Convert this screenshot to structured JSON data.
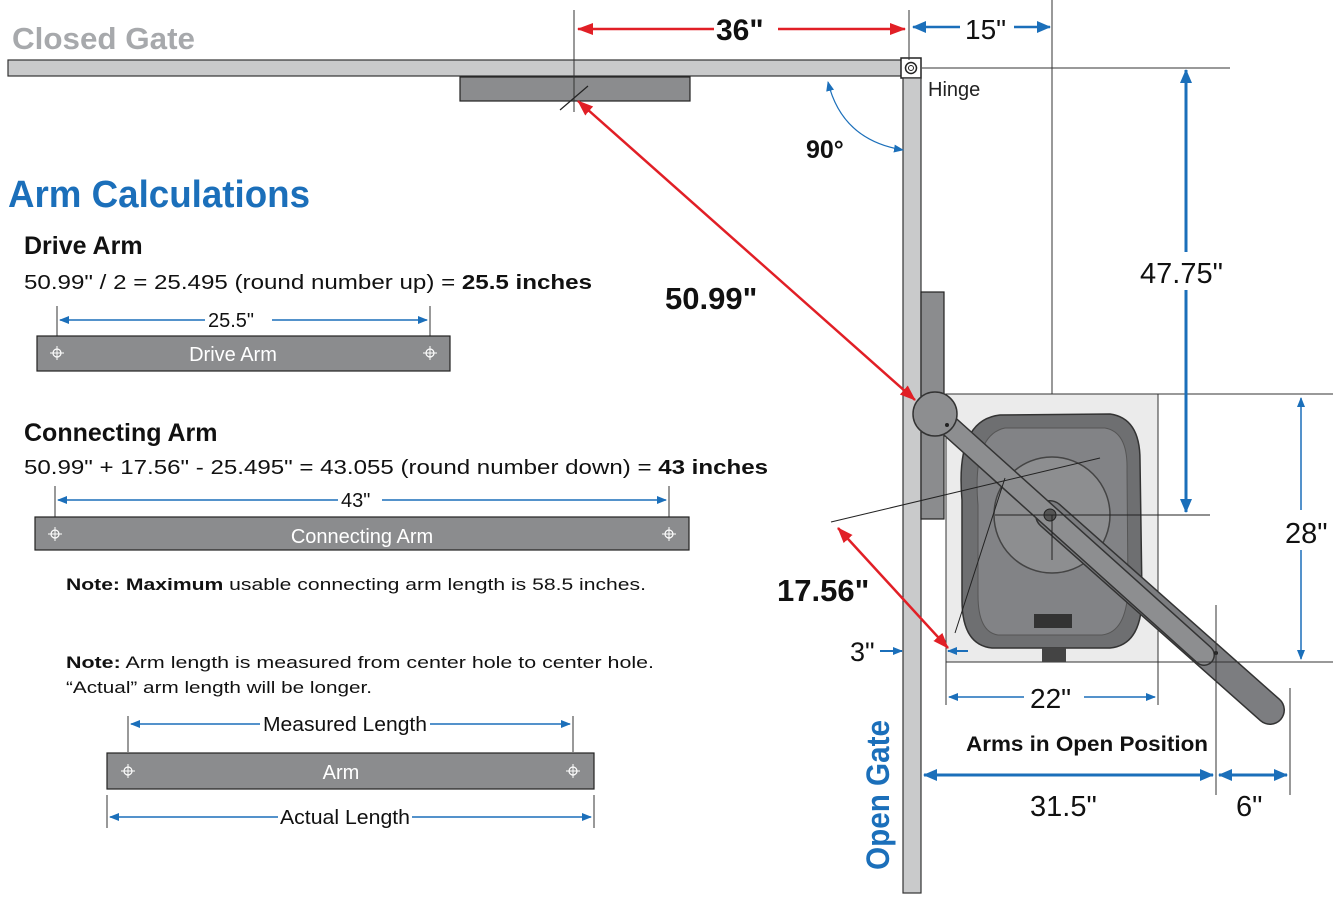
{
  "colors": {
    "red": "#e11f26",
    "blue": "#1b6fba",
    "gate_fill": "#c9cacb",
    "bar_fill": "#8b8c8e",
    "machine_bg": "#ebebeb",
    "closed_gate_text": "#a7a9ac"
  },
  "labels": {
    "closed_gate": "Closed Gate",
    "open_gate": "Open Gate",
    "hinge": "Hinge",
    "angle": "90°",
    "heading": "Arm Calculations",
    "arms_open": "Arms in Open Position"
  },
  "dimensions": {
    "top_36": "36\"",
    "top_15": "15\"",
    "diag_5099": "50.99\"",
    "diag_1756": "17.56\"",
    "vert_4775": "47.75\"",
    "vert_28": "28\"",
    "left_3": "3\"",
    "width_22": "22\"",
    "width_315": "31.5\"",
    "width_6": "6\""
  },
  "drive_arm": {
    "title": "Drive Arm",
    "formula": "50.99\" / 2 = 25.495 (round number up) = ",
    "result": "25.5 inches",
    "dim_label": "25.5\"",
    "bar_label": "Drive Arm"
  },
  "connecting_arm": {
    "title": "Connecting Arm",
    "formula": "50.99\" + 17.56\" - 25.495\" = 43.055 (round number down) = ",
    "result": "43 inches",
    "dim_label": "43\"",
    "bar_label": "Connecting Arm"
  },
  "notes": {
    "note1_prefix": "Note:",
    "note1_bold": "Maximum",
    "note1_rest": " usable connecting arm length is 58.5 inches.",
    "note2_prefix": "Note:",
    "note2_rest": " Arm length is measured from center hole to center hole.",
    "note2_line2": "“Actual” arm length will be longer."
  },
  "arm_example": {
    "measured": "Measured Length",
    "bar_label": "Arm",
    "actual": "Actual Length"
  }
}
